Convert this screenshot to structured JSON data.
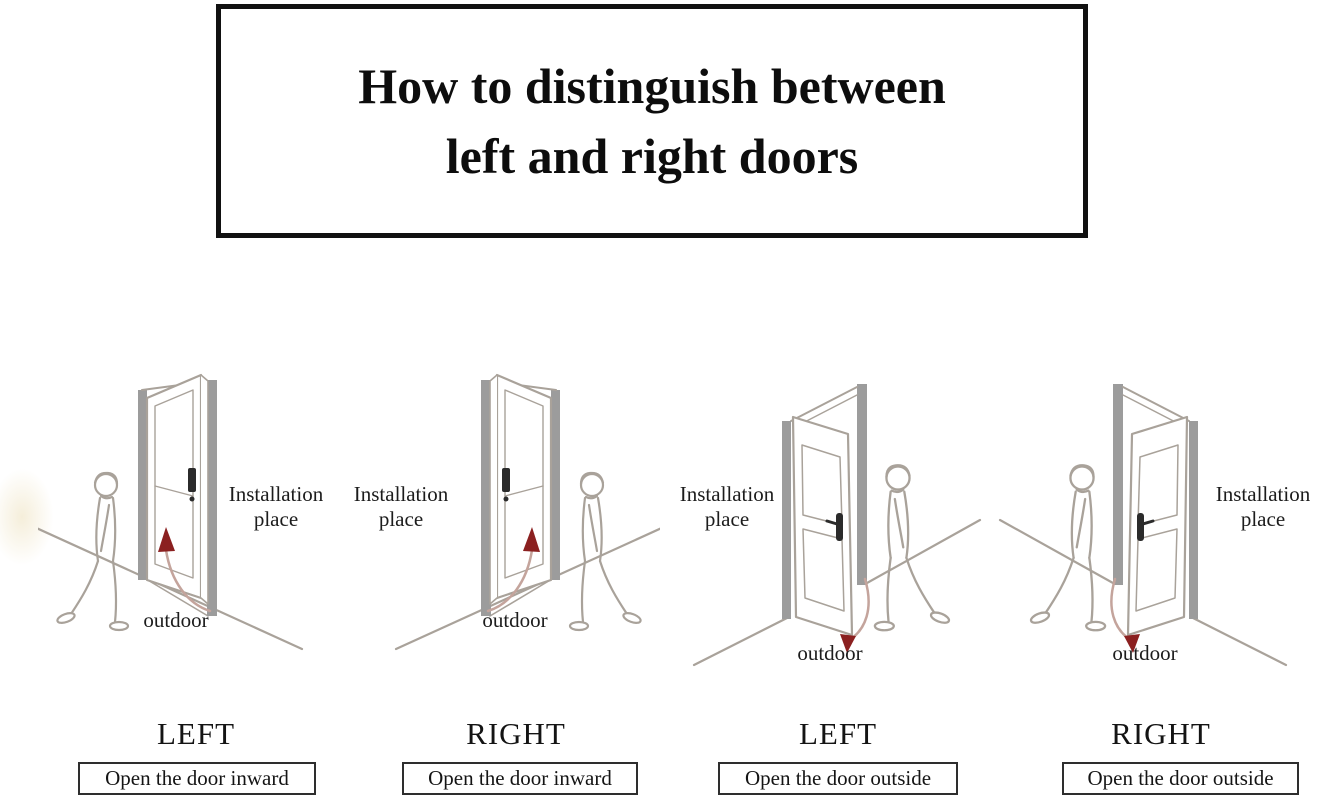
{
  "title": {
    "line1": "How to distinguish between",
    "line2": "left and right doors"
  },
  "colors": {
    "line_art": "#a9a29a",
    "jamb": "#9c9c9c",
    "handle": "#2b2b2b",
    "arrow_head": "#8b2020",
    "arrow_tail": "#c4a49c",
    "text": "#1c1c1c",
    "box_border": "#111111"
  },
  "panels": [
    {
      "side_label": "LEFT",
      "action_label": "Open the door inward",
      "installation_line1": "Installation",
      "installation_line2": "place",
      "outdoor_label": "outdoor",
      "swing": "inward",
      "installation_side": "right"
    },
    {
      "side_label": "RIGHT",
      "action_label": "Open the door inward",
      "installation_line1": "Installation",
      "installation_line2": "place",
      "outdoor_label": "outdoor",
      "swing": "inward",
      "installation_side": "left"
    },
    {
      "side_label": "LEFT",
      "action_label": "Open the door outside",
      "installation_line1": "Installation",
      "installation_line2": "place",
      "outdoor_label": "outdoor",
      "swing": "outward",
      "installation_side": "left"
    },
    {
      "side_label": "RIGHT",
      "action_label": "Open the door outside",
      "installation_line1": "Installation",
      "installation_line2": "place",
      "outdoor_label": "outdoor",
      "swing": "outward",
      "installation_side": "right"
    }
  ]
}
